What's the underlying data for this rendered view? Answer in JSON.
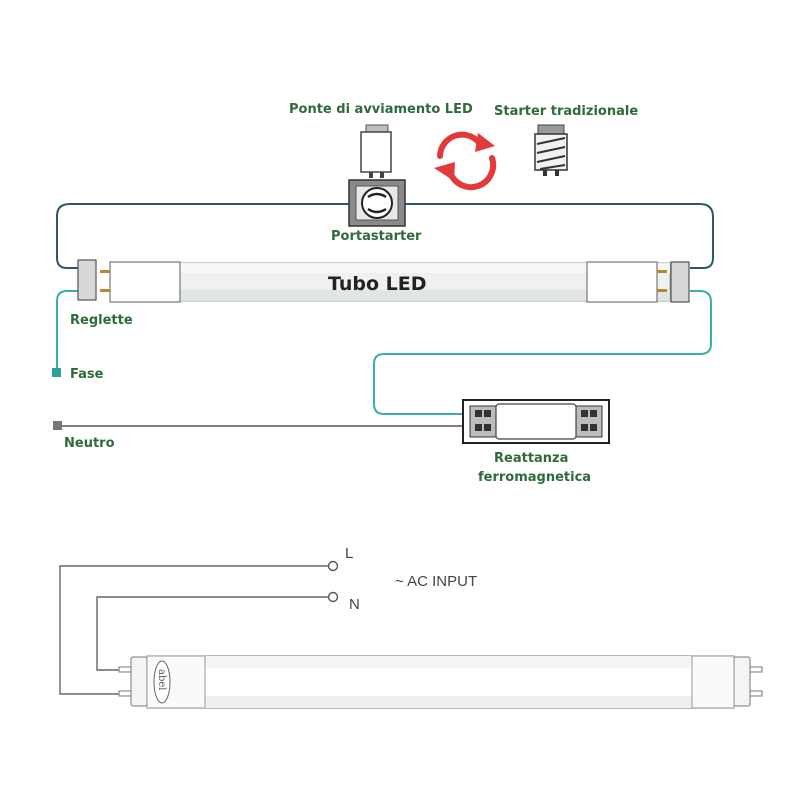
{
  "labels": {
    "ponte": "Ponte di avviamento LED",
    "starter": "Starter tradizionale",
    "portastarter": "Portastarter",
    "tubo": "Tubo LED",
    "reglette": "Reglette",
    "fase": "Fase",
    "neutro": "Neutro",
    "reattanza_1": "Reattanza",
    "reattanza_2": "ferromagnetica"
  },
  "wiring": {
    "terminal_l": "L",
    "terminal_n": "N",
    "ac_input": "~ AC INPUT",
    "brand_on_cap": "abel"
  },
  "colors": {
    "wire": "#2a5a68",
    "fase_wire": "#3aafa9",
    "label_green": "#2f6a3a",
    "arrow_red": "#e23a3a"
  }
}
